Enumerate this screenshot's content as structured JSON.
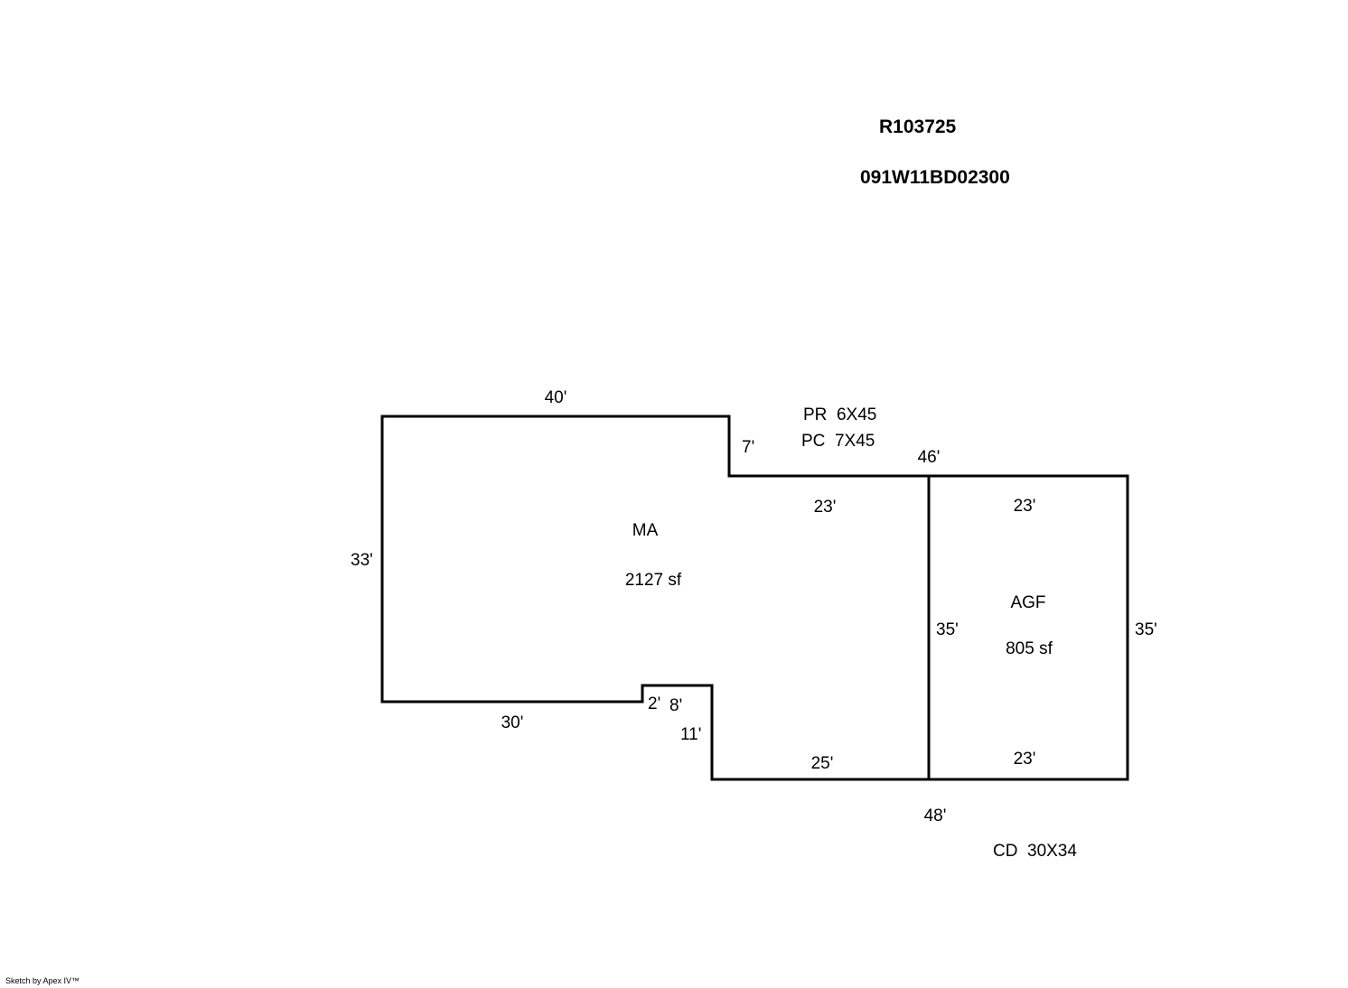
{
  "header": {
    "parcel_id": "R103725",
    "map_tax_lot": "091W11BD02300"
  },
  "areas": {
    "main": {
      "code": "MA",
      "size": "2127 sf"
    },
    "garage": {
      "code": "AGF",
      "size": "805 sf"
    }
  },
  "features": {
    "porch_roof": "PR  6X45",
    "porch_covered": "PC  7X45",
    "deck": "CD  30X34"
  },
  "dimensions": {
    "top_main": "40'",
    "step_top": "7'",
    "top_total": "46'",
    "left": "33'",
    "bottom_left": "30'",
    "step_small": "2'",
    "step_width": "8'",
    "step_drop": "11'",
    "bottom_main": "25'",
    "bottom_total": "48'",
    "main_inner_top": "23'",
    "garage_top": "23'",
    "garage_bottom": "23'",
    "garage_left": "35'",
    "garage_right": "35'"
  },
  "footer": {
    "credit": "Sketch by Apex IV™"
  }
}
